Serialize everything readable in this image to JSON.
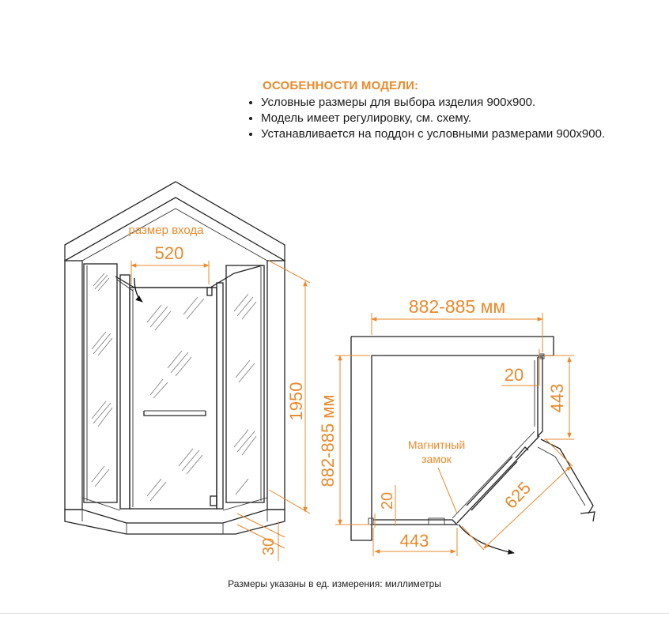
{
  "features": {
    "title": "ОСОБЕННОСТИ МОДЕЛИ:",
    "items": [
      "Условные размеры для выбора изделия 900х900.",
      "Модель имеет регулировку, см. схему.",
      "Устанавливается на поддон с условными размерами 900х900."
    ]
  },
  "front_view": {
    "entrance_label": "размер входа",
    "entrance_width": "520",
    "height": "1950",
    "tray_height": "30"
  },
  "plan_view": {
    "width_range": "882-885 мм",
    "depth_range": "882-885 мм",
    "gap_top": "20",
    "gap_left": "20",
    "side_right": "443",
    "side_bottom": "443",
    "door": "625",
    "lock_label_line1": "Магнитный",
    "lock_label_line2": "замок"
  },
  "footnote": "Размеры указаны в ед. измерения: миллиметры",
  "colors": {
    "accent": "#e98a2c",
    "outline": "#222222"
  }
}
